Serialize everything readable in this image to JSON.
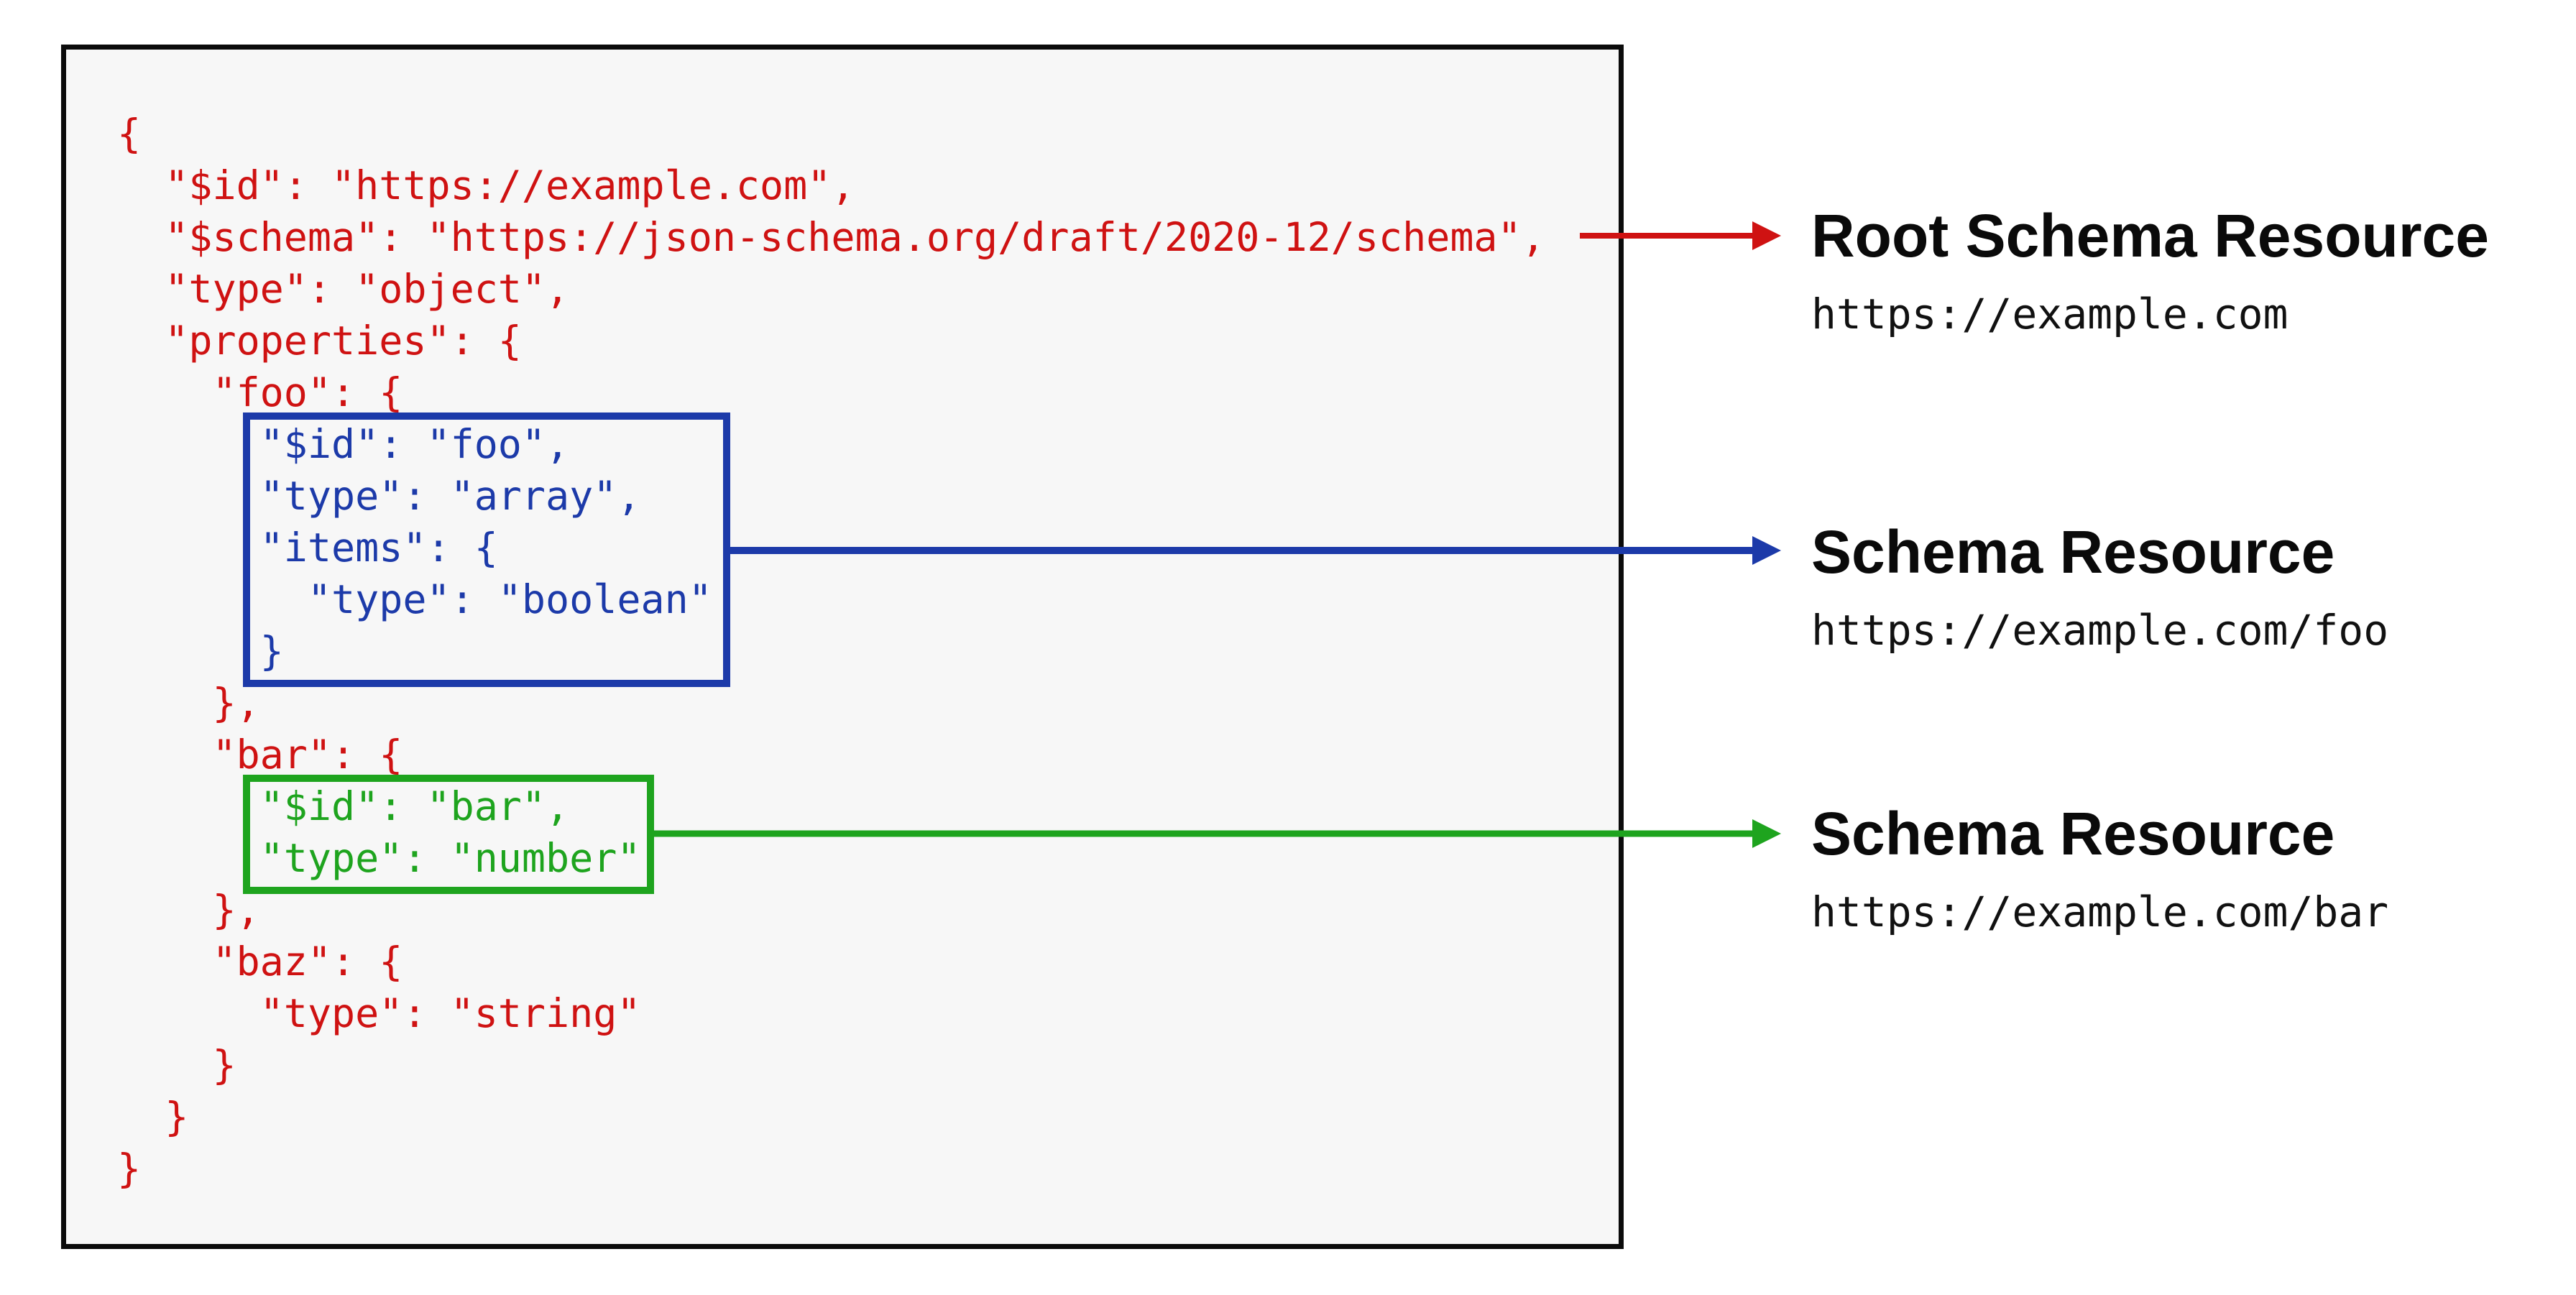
{
  "colors": {
    "red": "#cf1212",
    "blue": "#1c3aa9",
    "green": "#1ea41e",
    "panel-bg": "#f7f7f7",
    "panel-border": "#0b0b0b"
  },
  "code": {
    "lines": [
      {
        "text": "{",
        "color": "red"
      },
      {
        "text": "  \"$id\": \"https://example.com\",",
        "color": "red"
      },
      {
        "text": "  \"$schema\": \"https://json-schema.org/draft/2020-12/schema\",",
        "color": "red"
      },
      {
        "text": "  \"type\": \"object\",",
        "color": "red"
      },
      {
        "text": "  \"properties\": {",
        "color": "red"
      },
      {
        "text": "    \"foo\": {",
        "color": "red"
      },
      {
        "text": "      \"$id\": \"foo\",",
        "color": "blue"
      },
      {
        "text": "      \"type\": \"array\",",
        "color": "blue"
      },
      {
        "text": "      \"items\": {",
        "color": "blue"
      },
      {
        "text": "        \"type\": \"boolean\"",
        "color": "blue"
      },
      {
        "text": "      }",
        "color": "blue"
      },
      {
        "text": "    },",
        "color": "red"
      },
      {
        "text": "    \"bar\": {",
        "color": "red"
      },
      {
        "text": "      \"$id\": \"bar\",",
        "color": "green"
      },
      {
        "text": "      \"type\": \"number\"",
        "color": "green"
      },
      {
        "text": "    },",
        "color": "red"
      },
      {
        "text": "    \"baz\": {",
        "color": "red"
      },
      {
        "text": "      \"type\": \"string\"",
        "color": "red"
      },
      {
        "text": "    }",
        "color": "red"
      },
      {
        "text": "  }",
        "color": "red"
      },
      {
        "text": "}",
        "color": "red"
      }
    ]
  },
  "annotations": [
    {
      "title": "Root Schema Resource",
      "url": "https://example.com",
      "color": "red"
    },
    {
      "title": "Schema Resource",
      "url": "https://example.com/foo",
      "color": "blue"
    },
    {
      "title": "Schema Resource",
      "url": "https://example.com/bar",
      "color": "green"
    }
  ]
}
